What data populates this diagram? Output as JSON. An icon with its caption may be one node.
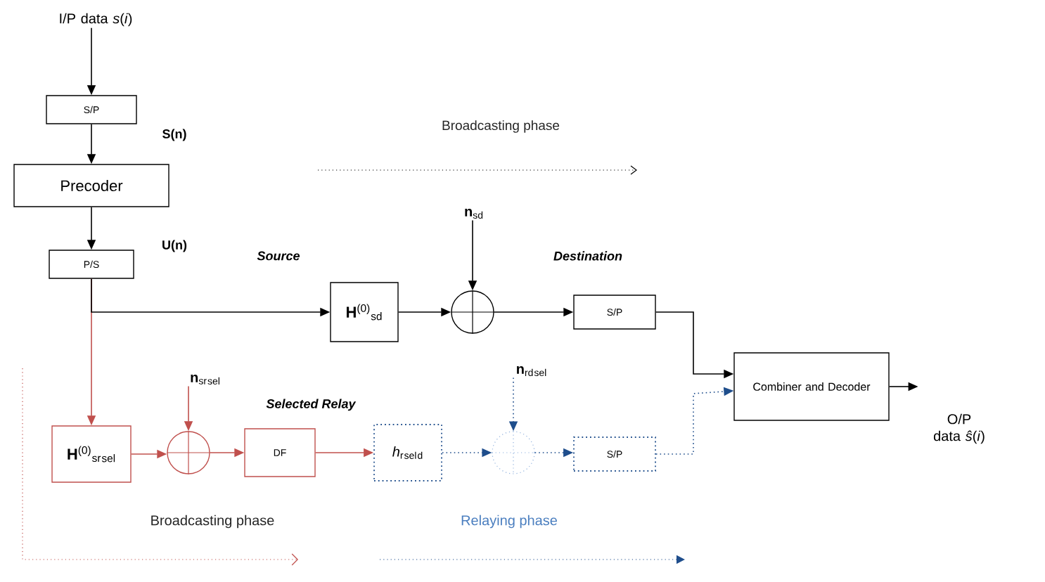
{
  "diagram": {
    "nodes": [
      {
        "text": [
          "I/P data *s*(*i*)"
        ]
      },
      {
        "text": [
          "S/P"
        ]
      },
      {
        "text": [
          "Precoder"
        ]
      },
      {
        "text": [
          "P/S"
        ]
      },
      {
        "text": [
          "**H**$^{(0)}$$_{sd}$"
        ]
      },
      {
        "text": [],
        "shape": "circle"
      },
      {
        "text": [
          "**n**$_{sd}$"
        ]
      },
      {
        "text": [
          "S/P"
        ]
      },
      {
        "text": [
          "Combiner and Decoder"
        ]
      },
      {
        "text": [
          "O/P data *ŝ*(*i*)"
        ]
      },
      {
        "text": [
          "**H**$^{(0)}$$_{sr}$$_{sel}$"
        ]
      },
      {
        "text": [],
        "shape": "circle"
      },
      {
        "text": [
          "**n**$_{sr}$$_{sel}$"
        ]
      },
      {
        "text": [
          "DF"
        ]
      },
      {
        "text": [
          "*h*$_{r}$$_{sel}$$_{d}$"
        ]
      },
      {
        "text": [],
        "shape": "circle"
      },
      {
        "text": [
          "**n**$_{rd}$$_{sel}$"
        ]
      },
      {
        "text": [
          "S/P"
        ]
      }
    ],
    "edges": [
      {
        "from": 0,
        "to": 1,
        "arrow": "to"
      },
      {
        "from": 1,
        "to": 2,
        "arrow": "to"
      },
      {
        "from": 2,
        "to": 3,
        "arrow": "to"
      },
      {
        "from": 3,
        "to": 4,
        "arrow": "to"
      },
      {
        "from": 4,
        "to": 5,
        "arrow": "to"
      },
      {
        "from": 6,
        "to": 5,
        "arrow": "to"
      },
      {
        "from": 5,
        "to": 7,
        "arrow": "to"
      },
      {
        "from": 7,
        "to": 8,
        "arrow": "to"
      },
      {
        "from": 8,
        "to": 9,
        "arrow": "to"
      },
      {
        "from": 3,
        "to": 10,
        "arrow": "to",
        "color": "#c0504d"
      },
      {
        "from": 10,
        "to": 11,
        "arrow": "to",
        "color": "#c0504d"
      },
      {
        "from": 12,
        "to": 11,
        "arrow": "to",
        "color": "#c0504d"
      },
      {
        "from": 11,
        "to": 13,
        "arrow": "to",
        "color": "#c0504d"
      },
      {
        "from": 13,
        "to": 14,
        "arrow": "to",
        "color": "#c0504d"
      },
      {
        "from": 14,
        "to": 15,
        "arrow": "to",
        "style": "dashed",
        "color": "#1f4e8c"
      },
      {
        "from": 16,
        "to": 15,
        "arrow": "to",
        "style": "dashed",
        "color": "#1f4e8c"
      },
      {
        "from": 15,
        "to": 17,
        "arrow": "to",
        "style": "dashed",
        "color": "#1f4e8c"
      },
      {
        "from": 17,
        "to": 8,
        "arrow": "to",
        "style": "dashed",
        "color": "#1f4e8c"
      }
    ],
    "labels": [
      "S(n)",
      "Broadcasting phase",
      "U(n)",
      "Source",
      "Destination",
      "Selected Relay",
      "Broadcasting phase",
      "Relaying phase"
    ]
  }
}
